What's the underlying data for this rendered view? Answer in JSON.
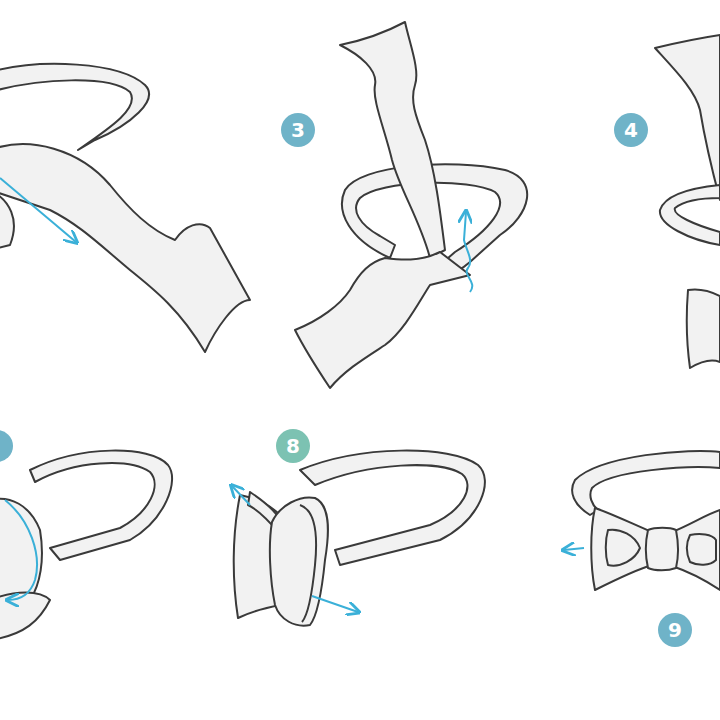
{
  "diagram": {
    "nodes": [
      {
        "text": [
          "3"
        ]
      },
      {
        "text": [
          "4"
        ]
      },
      {
        "text": [
          "8"
        ]
      },
      {
        "text": [
          "9"
        ]
      }
    ]
  }
}
